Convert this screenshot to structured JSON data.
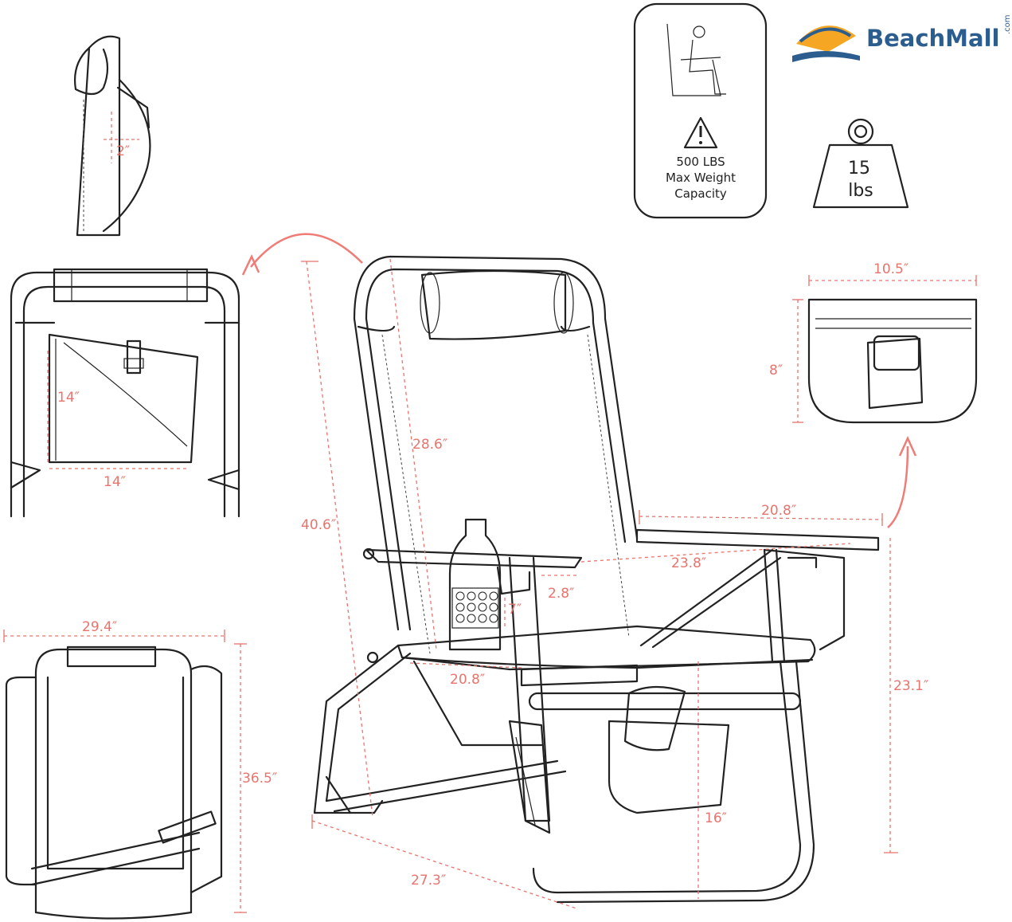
{
  "brand": {
    "name": "BeachMall",
    "suffix": ".com"
  },
  "badges": {
    "capacity_line1": "500 LBS",
    "capacity_line2": "Max Weight",
    "capacity_line3": "Capacity",
    "weight_value": "15",
    "weight_unit": "lbs"
  },
  "dimensions": {
    "pillow_thickness": "2″",
    "pouch_height": "14″",
    "pouch_width": "14″",
    "folded_width": "29.4″",
    "folded_height": "36.5″",
    "total_height": "40.6″",
    "back_height": "28.6″",
    "arm_length": "20.8″",
    "inner_width": "23.8″",
    "cup_width": "2.8″",
    "cup_height": "7″",
    "seat_width": "20.8″",
    "depth": "27.3″",
    "seat_height": "16″",
    "arm_height": "23.1″",
    "bag_width": "10.5″",
    "bag_height": "8″"
  },
  "colors": {
    "dimension": "#e8746d",
    "outline": "#222222",
    "brand_blue": "#2c5d8f",
    "brand_orange": "#f5a623"
  }
}
